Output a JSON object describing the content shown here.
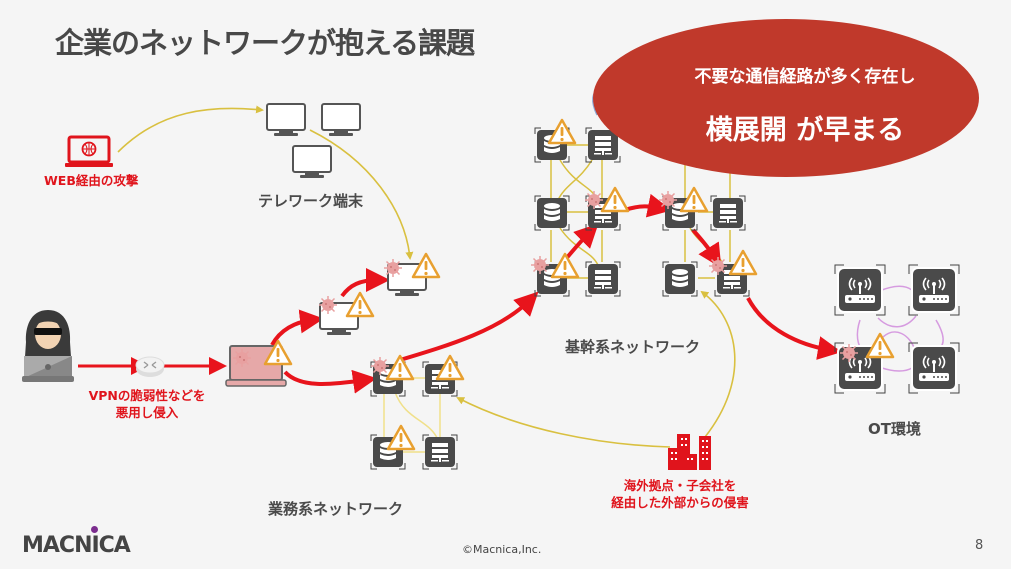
{
  "slide": {
    "title": "企業のネットワークが抱える課題",
    "page_number": "8",
    "copyright": "©Macnica,Inc.",
    "logo": "MACNICA"
  },
  "callout": {
    "line1": "不要な通信経路が多く存在し",
    "line2": "横展開 が早まる",
    "color": "#c0392b"
  },
  "labels": {
    "web_attack": "WEB経由の攻撃",
    "telework": "テレワーク端末",
    "vpn_line1": "VPNの脆弱性などを",
    "vpn_line2": "悪用し侵入",
    "business_network": "業務系ネットワーク",
    "core_network": "基幹系ネットワーク",
    "overseas_line1": "海外拠点・子会社を",
    "overseas_line2": "経由した外部からの侵害",
    "ot": "OT環境"
  },
  "icons": {
    "attacker": "hacker-icon",
    "web_laptop": "laptop-globe-icon",
    "router": "vpn-router-icon",
    "infected_laptop": "infected-laptop-icon",
    "monitor": "monitor-icon",
    "database": "database-icon",
    "server": "server-icon",
    "wireless_router": "wifi-router-icon",
    "buildings": "buildings-icon",
    "virus": "virus-icon",
    "warning": "warning-icon"
  },
  "colors": {
    "attack_path": "#e8141c",
    "link_yellow": "#d9c040",
    "ot_link": "#d69be0",
    "warning": "#e8a030",
    "device_dark": "#4a4a4a"
  }
}
